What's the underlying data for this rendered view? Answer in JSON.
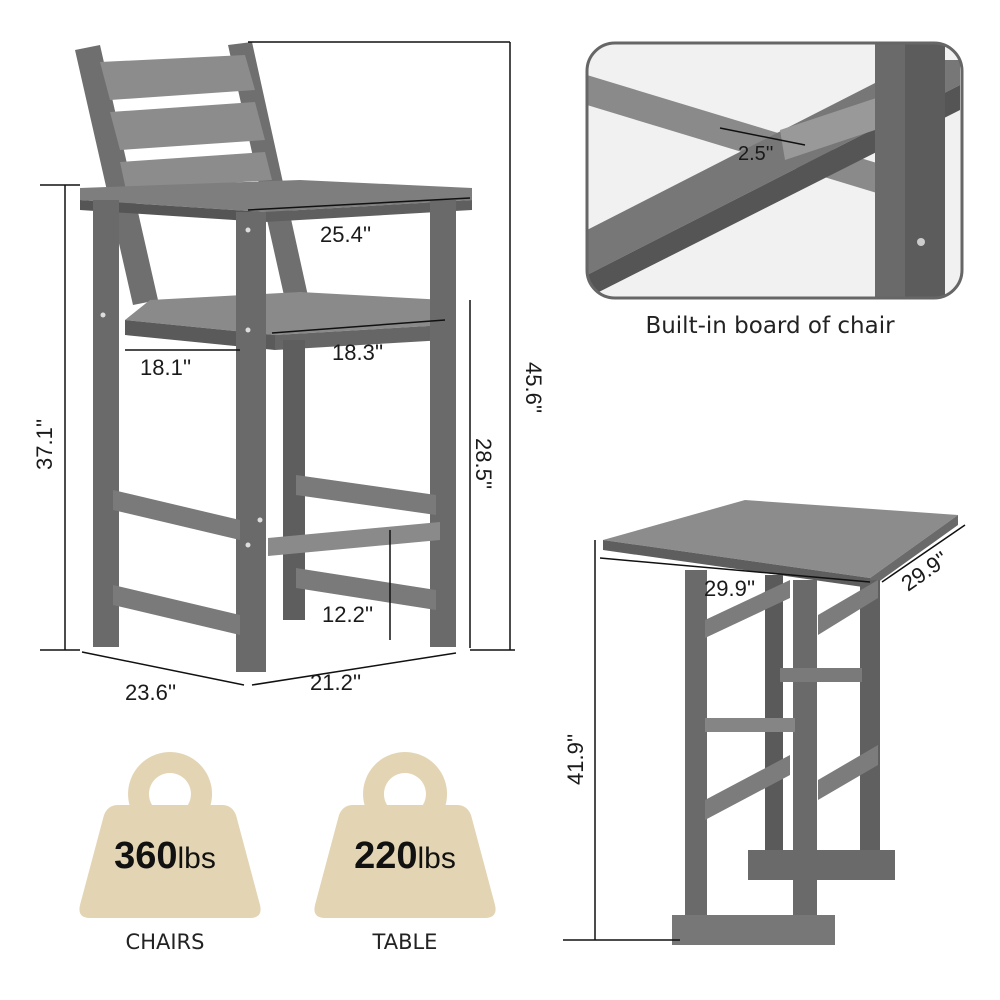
{
  "chair_dimensions": {
    "armrest_width": "25.4''",
    "seat_depth": "18.1''",
    "seat_width": "18.3''",
    "total_height": "45.6''",
    "armrest_height": "37.1''",
    "seat_height": "28.5''",
    "footrest_height": "12.2''",
    "base_depth": "23.6''",
    "base_width": "21.2''"
  },
  "detail": {
    "board_width": "2.5''",
    "caption": "Built-in board of chair"
  },
  "table_dimensions": {
    "top_width": "29.9''",
    "top_depth": "29.9''",
    "height": "41.9''"
  },
  "weights": [
    {
      "number": "360",
      "unit": "lbs",
      "label": "CHAIRS"
    },
    {
      "number": "220",
      "unit": "lbs",
      "label": "TABLE"
    }
  ],
  "colors": {
    "wood": "#6f6f6f",
    "wood_light": "#8e8e8e",
    "wood_dark": "#4e4e4e",
    "weight_fill": "#e3d5b4"
  }
}
